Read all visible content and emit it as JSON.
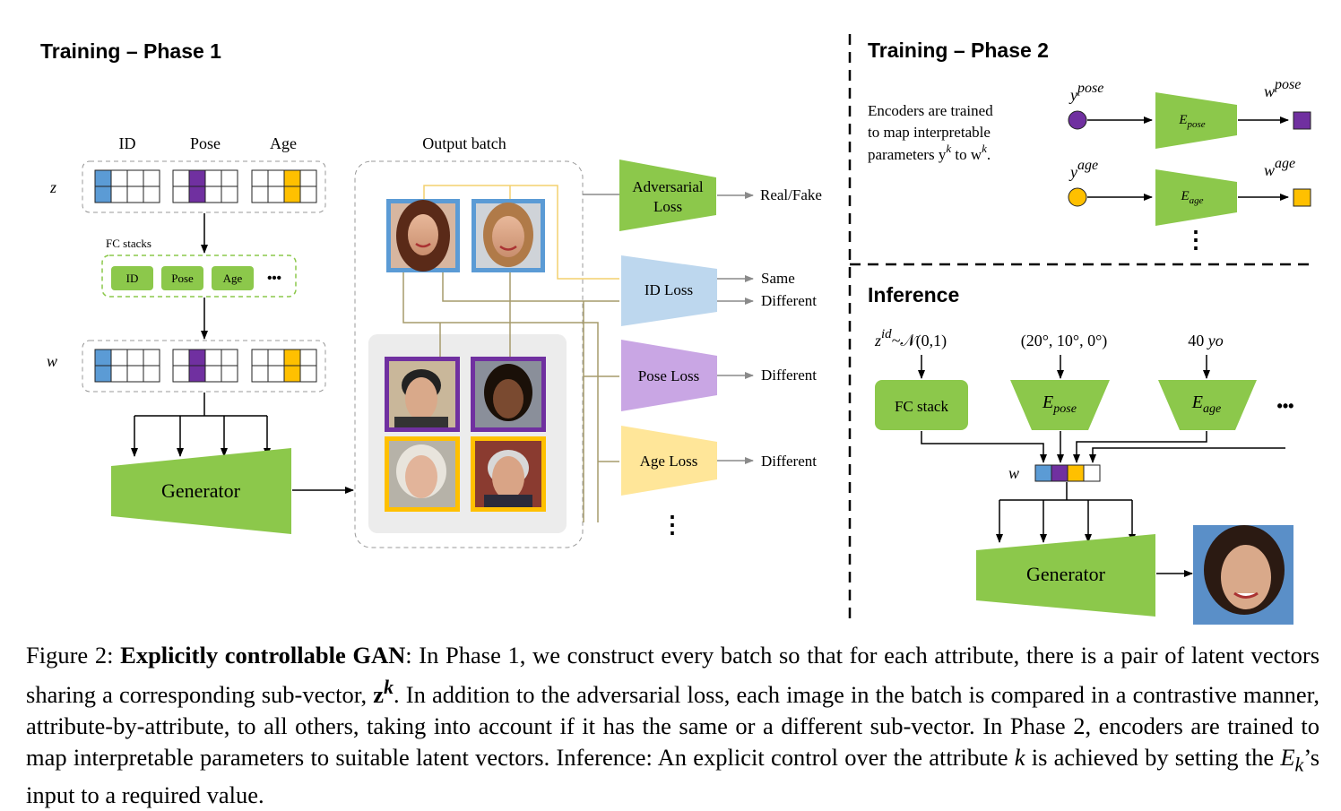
{
  "phase1": {
    "title": "Training – Phase 1",
    "col_id": "ID",
    "col_pose": "Pose",
    "col_age": "Age",
    "z_label": "z",
    "w_label": "w",
    "fc_stacks_label": "FC stacks",
    "fc_id": "ID",
    "fc_pose": "Pose",
    "fc_age": "Age",
    "fc_more": "•••",
    "generator": "Generator",
    "output_batch": "Output batch",
    "adv_loss_line1": "Adversarial",
    "adv_loss_line2": "Loss",
    "id_loss": "ID Loss",
    "pose_loss": "Pose Loss",
    "age_loss": "Age Loss",
    "out_real_fake": "Real/Fake",
    "out_same": "Same",
    "out_different_id": "Different",
    "out_different_pose": "Different",
    "out_different_age": "Different",
    "more": "⋮"
  },
  "phase2": {
    "title": "Training – Phase 2",
    "desc_line1": "Encoders are trained",
    "desc_line2": "to map interpretable",
    "desc_line3": "parameters y",
    "desc_sup_k": "k",
    "desc_to": " to w",
    "desc_end": ".",
    "y_pose_base": "y",
    "y_pose_sup": "pose",
    "y_age_base": "y",
    "y_age_sup": "age",
    "w_pose_base": "w",
    "w_pose_sup": "pose",
    "w_age_base": "w",
    "w_age_sup": "age",
    "e_pose_base": "E",
    "e_pose_sub": "pose",
    "e_age_base": "E",
    "e_age_sub": "age",
    "more": "⋮"
  },
  "inference": {
    "title": "Inference",
    "z_base": "z",
    "z_sup": "id",
    "z_dist": "~𝒩(0,1)",
    "pose_input": "(20°, 10°, 0°)",
    "age_input_num": "40 ",
    "age_input_unit": "yo",
    "fc_stack": "FC stack",
    "e_pose_base": "E",
    "e_pose_sub": "pose",
    "e_age_base": "E",
    "e_age_sub": "age",
    "more": "•••",
    "w_label": "w",
    "generator": "Generator"
  },
  "caption": {
    "prefix": "Figure 2: ",
    "bold": "Explicitly controllable GAN",
    "part1": ": In Phase 1, we construct every batch so that for each attribute, there is a pair of latent vectors sharing a corresponding sub-vector, ",
    "zk_base": "z",
    "zk_sup": "k",
    "part2": ". In addition to the adversarial loss, each image in the batch is compared in a contrastive manner, attribute-by-attribute, to all others, taking into account if it has the same or a different sub-vector. In Phase 2, encoders are trained to map interpretable parameters to suitable latent vectors. Inference: An explicit control over the attribute ",
    "k1": "k",
    "part3": " is achieved by setting the ",
    "ek_base": "E",
    "ek_sub": "k",
    "part4": "’s input to a required value."
  },
  "colors": {
    "green": "#8cc84b",
    "blue": "#5b9bd5",
    "light_blue": "#bdd7ee",
    "purple": "#7030a0",
    "light_purple": "#c9a6e4",
    "orange": "#ffc000",
    "light_orange": "#ffe699",
    "olive": "#a69b6c",
    "line_yellow": "#f4d06f",
    "gray_panel": "#ececec"
  },
  "icons": {
    "faces": "face-photo",
    "arrows": "arrow-icon"
  }
}
